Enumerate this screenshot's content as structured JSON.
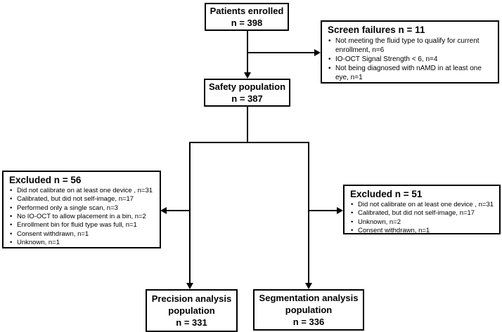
{
  "colors": {
    "line": "#000000",
    "box_background": "#ffffff",
    "page_background": "#ffffff",
    "text": "#000000"
  },
  "nodes": {
    "patients": {
      "lines": [
        "Patients enrolled",
        "n = 398"
      ]
    },
    "screen_failures": {
      "title": "Screen failures n = 11",
      "bullets": [
        "Not meeting the fluid type to qualify for current enrollment, n=6",
        "IO-OCT Signal Strength < 6, n=4",
        "Not being diagnosed with nAMD in at least one eye, n=1"
      ]
    },
    "safety": {
      "lines": [
        "Safety population",
        "n = 387"
      ]
    },
    "excluded_left": {
      "title": "Excluded n = 56",
      "bullets": [
        "Did not calibrate on at least one device , n=31",
        "Calibrated, but did not self-image, n=17",
        "Performed only a single scan, n=3",
        "No IO-OCT to allow placement in a bin, n=2",
        "Enrollment bin for fluid type was full, n=1",
        "Consent withdrawn, n=1",
        "Unknown, n=1"
      ]
    },
    "excluded_right": {
      "title": "Excluded n = 51",
      "bullets": [
        "Did not calibrate on at least one device , n=31",
        "Calibrated, but did not self-image, n=17",
        "Unknown, n=2",
        "Consent withdrawn, n=1"
      ]
    },
    "precision": {
      "lines": [
        "Precision analysis",
        "population",
        "n = 331"
      ]
    },
    "segmentation": {
      "lines": [
        "Segmentation analysis",
        "population",
        "n = 336"
      ]
    }
  }
}
